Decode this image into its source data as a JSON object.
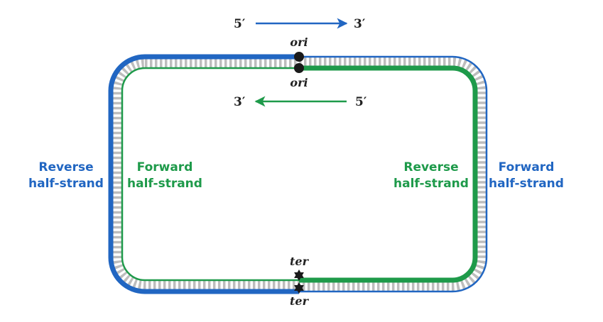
{
  "colors": {
    "blue": "#2166c2",
    "green": "#1e9a4a",
    "rung": "#bdbdbd",
    "marker": "#1a1a1a"
  },
  "top_arrow": {
    "left": "5′",
    "right": "3′"
  },
  "inner_arrow": {
    "left": "3′",
    "right": "5′"
  },
  "ori_top": "ori",
  "ori_bottom": "ori",
  "ter_top": "ter",
  "ter_bottom": "ter",
  "labels": {
    "outer_left_line1": "Reverse",
    "outer_left_line2": "half-strand",
    "inner_left_line1": "Forward",
    "inner_left_line2": "half-strand",
    "inner_right_line1": "Reverse",
    "inner_right_line2": "half-strand",
    "outer_right_line1": "Forward",
    "outer_right_line2": "half-strand"
  }
}
